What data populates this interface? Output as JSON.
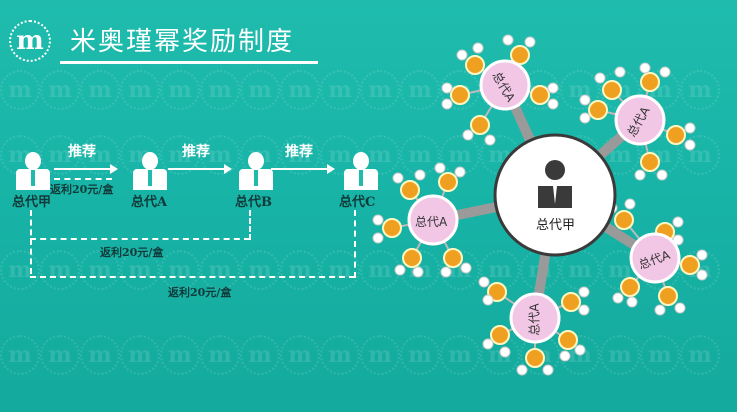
{
  "header": {
    "logo_letter": "m",
    "title": "米奥瑾幂奖励制度"
  },
  "flow": {
    "recommend_label": "推荐",
    "agents": [
      {
        "name": "总代甲"
      },
      {
        "name": "总代A"
      },
      {
        "name": "总代B"
      },
      {
        "name": "总代C"
      }
    ],
    "rebates": [
      {
        "label": "返利20元/盒",
        "from": "总代A",
        "to": "总代甲"
      },
      {
        "label": "返利20元/盒",
        "from": "总代B",
        "to": "总代甲"
      },
      {
        "label": "返利20元/盒",
        "from": "总代C",
        "to": "总代甲"
      }
    ]
  },
  "network": {
    "center": {
      "label": "总代甲"
    },
    "branches": [
      {
        "label": "总代A"
      },
      {
        "label": "总代A"
      },
      {
        "label": "总代A"
      },
      {
        "label": "总代A"
      },
      {
        "label": "总代A"
      }
    ]
  },
  "colors": {
    "background": "#1cb8aa",
    "center_fill": "#ffffff",
    "branch_fill": "#f2c7e6",
    "leaf_fill": "#f0a020",
    "connector": "#9a9a9a"
  }
}
